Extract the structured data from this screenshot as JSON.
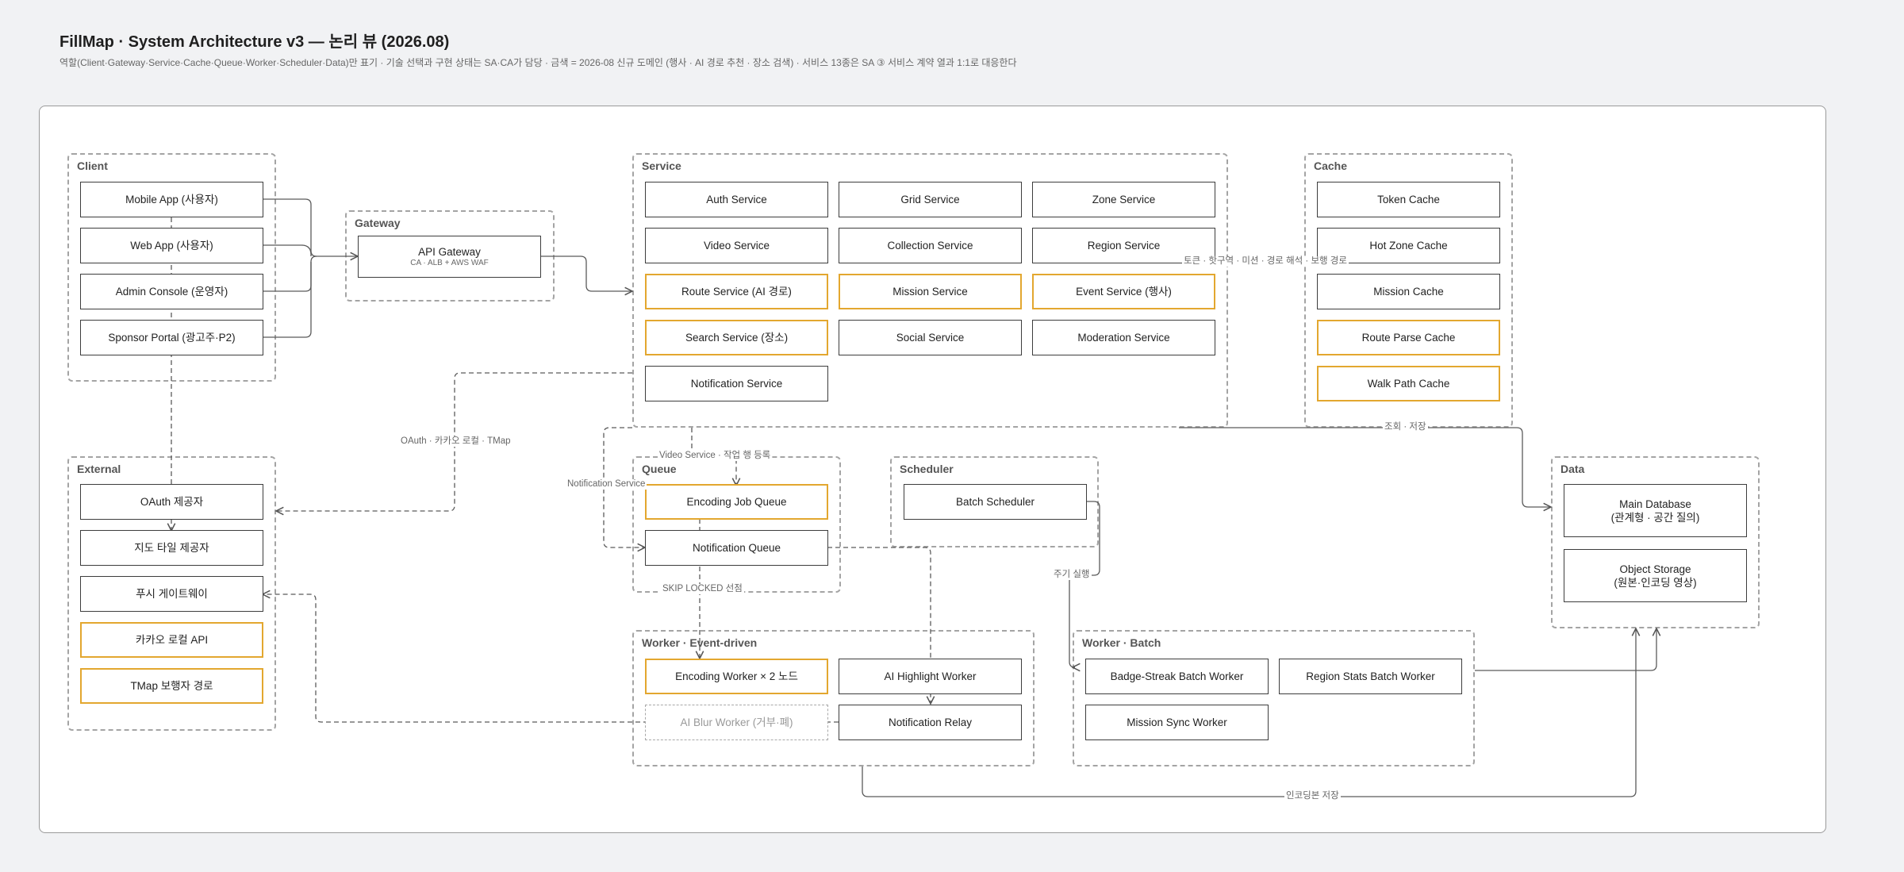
{
  "header": {
    "title": "FillMap · System Architecture v3 — 논리 뷰 (2026.08)",
    "subtitle": "역할(Client·Gateway·Service·Cache·Queue·Worker·Scheduler·Data)만 표기 · 기술 선택과 구현 상태는 SA·CA가 담당 · 금색 = 2026-08 신규 도메인 (행사 · AI 경로 추천 · 장소 검색) · 서비스 13종은 SA ③ 서비스 계약 열과 1:1로 대응한다"
  },
  "colors": {
    "new_domain": "#e3a72f",
    "default_border": "#3d3d3d",
    "group_border": "#a4a4a4"
  },
  "groups": {
    "client": "Client",
    "gateway": "Gateway",
    "service": "Service",
    "cache": "Cache",
    "external": "External",
    "queue": "Queue",
    "scheduler": "Scheduler",
    "data": "Data",
    "worker_event": "Worker · Event-driven",
    "worker_batch": "Worker · Batch"
  },
  "nodes": {
    "mobile_app": "Mobile App (사용자)",
    "web_app": "Web App (사용자)",
    "admin_console": "Admin Console (운영자)",
    "sponsor_portal": "Sponsor Portal (광고주·P2)",
    "api_gateway": "API Gateway",
    "api_gateway_sub": "CA · ALB + AWS WAF",
    "auth_service": "Auth Service",
    "grid_service": "Grid Service",
    "zone_service": "Zone Service",
    "video_service": "Video Service",
    "collection_service": "Collection Service",
    "region_service": "Region Service",
    "route_service": "Route Service (AI 경로)",
    "mission_service": "Mission Service",
    "event_service": "Event Service (행사)",
    "search_service": "Search Service (장소)",
    "social_service": "Social Service",
    "moderation_service": "Moderation Service",
    "notification_service": "Notification Service",
    "token_cache": "Token Cache",
    "hot_zone_cache": "Hot Zone Cache",
    "mission_cache": "Mission Cache",
    "route_parse_cache": "Route Parse Cache",
    "walk_path_cache": "Walk Path Cache",
    "oauth_provider": "OAuth 제공자",
    "map_tile_provider": "지도 타일 제공자",
    "push_gateway": "푸시 게이트웨이",
    "kakao_local_api": "카카오 로컬 API",
    "tmap_walk_route": "TMap 보행자 경로",
    "encoding_job_queue": "Encoding Job Queue",
    "notification_queue": "Notification Queue",
    "batch_scheduler": "Batch Scheduler",
    "main_database_1": "Main Database",
    "main_database_2": "(관계형 · 공간 질의)",
    "object_storage_1": "Object Storage",
    "object_storage_2": "(원본·인코딩 영상)",
    "encoding_worker": "Encoding Worker × 2 노드",
    "ai_highlight_worker": "AI Highlight Worker",
    "ai_blur_worker": "AI Blur Worker (거부·폐)",
    "notification_relay": "Notification Relay",
    "badge_streak_worker": "Badge-Streak Batch Worker",
    "region_stats_worker": "Region Stats Batch Worker",
    "mission_sync_worker": "Mission Sync Worker"
  },
  "edge_labels": {
    "cache_lookup": "토큰 · 핫구역 · 미션 · 경로 해석 · 보행 경로",
    "oauth_kakao_tmap": "OAuth · 카카오 로컬 · TMap",
    "video_job": "Video Service · 작업 행 등록",
    "notification_service": "Notification Service",
    "skip_locked": "SKIP LOCKED 선점",
    "query_store": "조회 · 저장",
    "periodic_run": "주기 실행",
    "encoded_store": "인코딩본 저장"
  }
}
